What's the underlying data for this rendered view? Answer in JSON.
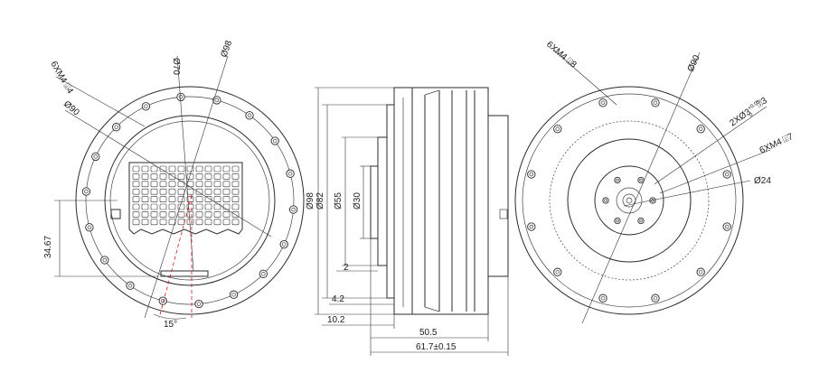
{
  "left_view": {
    "callout_threads": "6XM4",
    "callout_depth": "4",
    "dia_90": "Ø90",
    "dia_70": "Ø70",
    "dia_98": "Ø98",
    "dim_offset": "34.67",
    "angle": "15°"
  },
  "side_view": {
    "dia_98": "Ø98",
    "dia_82": "Ø82",
    "dia_55": "Ø55",
    "dia_30": "Ø30",
    "dim_2": "2",
    "dim_4_2": "4.2",
    "dim_10_2": "10.2",
    "dim_50_5": "50.5",
    "dim_61_7": "61.7±0.15"
  },
  "right_view": {
    "callout_threads_8": "6XM4",
    "callout_depth_8": "8",
    "dia_90": "Ø90",
    "pin_holes": "2XØ3",
    "pin_tolerance_upper": "+0.05",
    "pin_tolerance_lower": "0",
    "pin_depth": "3",
    "callout_threads_7": "6XM4",
    "callout_depth_7": "7",
    "dia_24": "Ø24"
  }
}
